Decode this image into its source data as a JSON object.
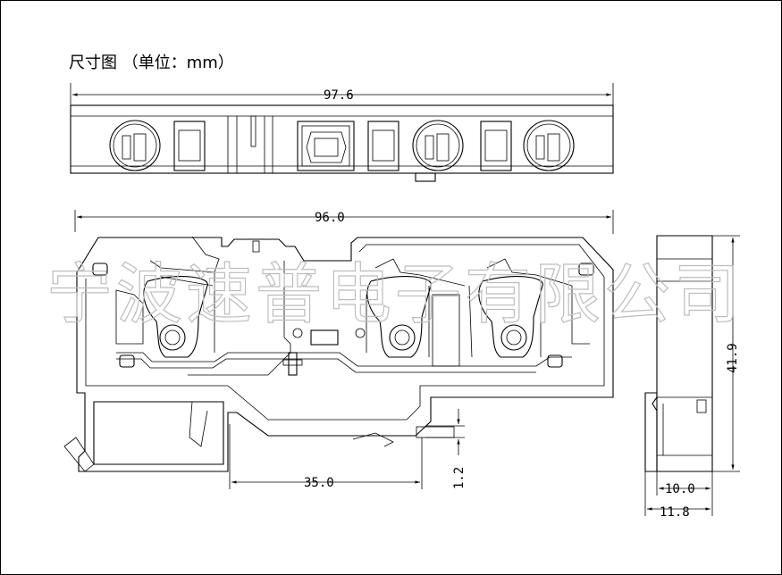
{
  "title": "尺寸图  （单位：mm）",
  "watermark": "宁波速普电子有限公司",
  "dimensions": {
    "top_width": "97.6",
    "side_width": "96.0",
    "rail_width": "35.0",
    "rail_offset": "1.2",
    "height": "41.9",
    "depth_inner": "10.0",
    "depth_outer": "11.8"
  }
}
